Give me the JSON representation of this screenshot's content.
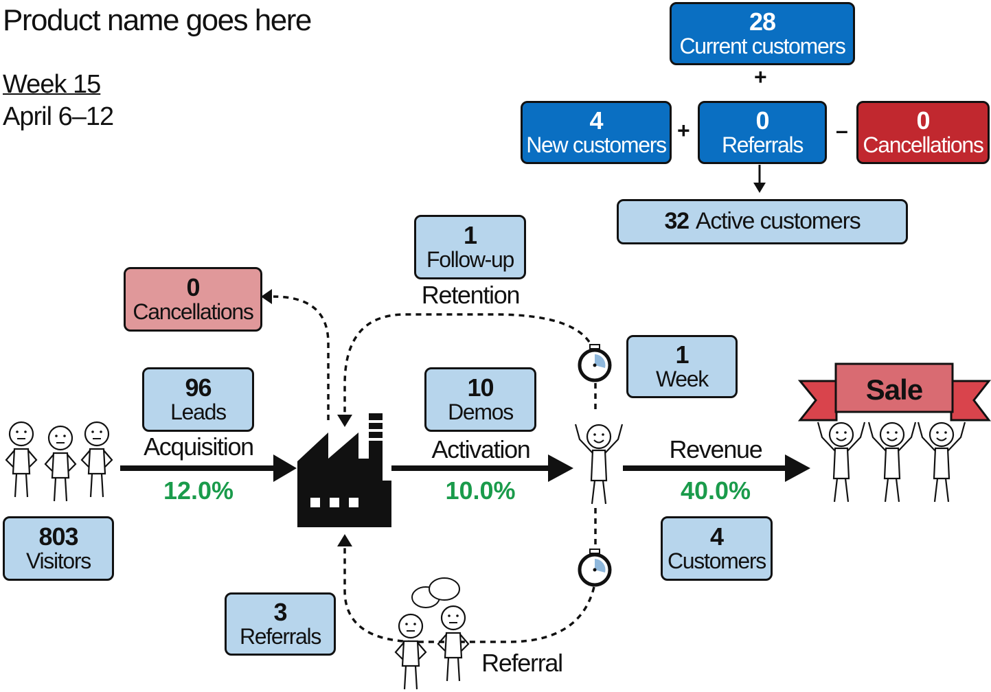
{
  "header": {
    "title": "Product name goes here",
    "week": "Week 15",
    "dates": "April 6–12"
  },
  "customers": {
    "current": {
      "value": "28",
      "label": "Current customers"
    },
    "new": {
      "value": "4",
      "label": "New customers"
    },
    "referrals": {
      "value": "0",
      "label": "Referrals"
    },
    "cancellations": {
      "value": "0",
      "label": "Cancellations"
    },
    "active": {
      "value": "32",
      "label": "Active customers"
    },
    "op_plus_top": "+",
    "op_plus_mid": "+",
    "op_minus": "–"
  },
  "funnel": {
    "visitors": {
      "value": "803",
      "label": "Visitors"
    },
    "leads": {
      "value": "96",
      "label": "Leads"
    },
    "acquisition": {
      "label": "Acquisition",
      "rate": "12.0%"
    },
    "demos": {
      "value": "10",
      "label": "Demos"
    },
    "activation": {
      "label": "Activation",
      "rate": "10.0%"
    },
    "revenue": {
      "label": "Revenue",
      "rate": "40.0%"
    },
    "customers": {
      "value": "4",
      "label": "Customers"
    },
    "followup": {
      "value": "1",
      "label": "Follow-up"
    },
    "retention": {
      "label": "Retention"
    },
    "cancellations": {
      "value": "0",
      "label": "Cancellations"
    },
    "week": {
      "value": "1",
      "label": "Week"
    },
    "referrals": {
      "value": "3",
      "label": "Referrals"
    },
    "referral": {
      "label": "Referral"
    },
    "sale": "Sale"
  },
  "colors": {
    "light_box": "#b7d5ec",
    "blue_box": "#0a6fc2",
    "red_box": "#c1282f",
    "pink_box": "#e0989a",
    "rate_green": "#1a9b4b",
    "banner_red": "#d9444c"
  },
  "icons": [
    "factory-icon",
    "stopwatch-icon",
    "stick-figure-icon",
    "speech-bubble-icon",
    "sale-banner-icon"
  ]
}
